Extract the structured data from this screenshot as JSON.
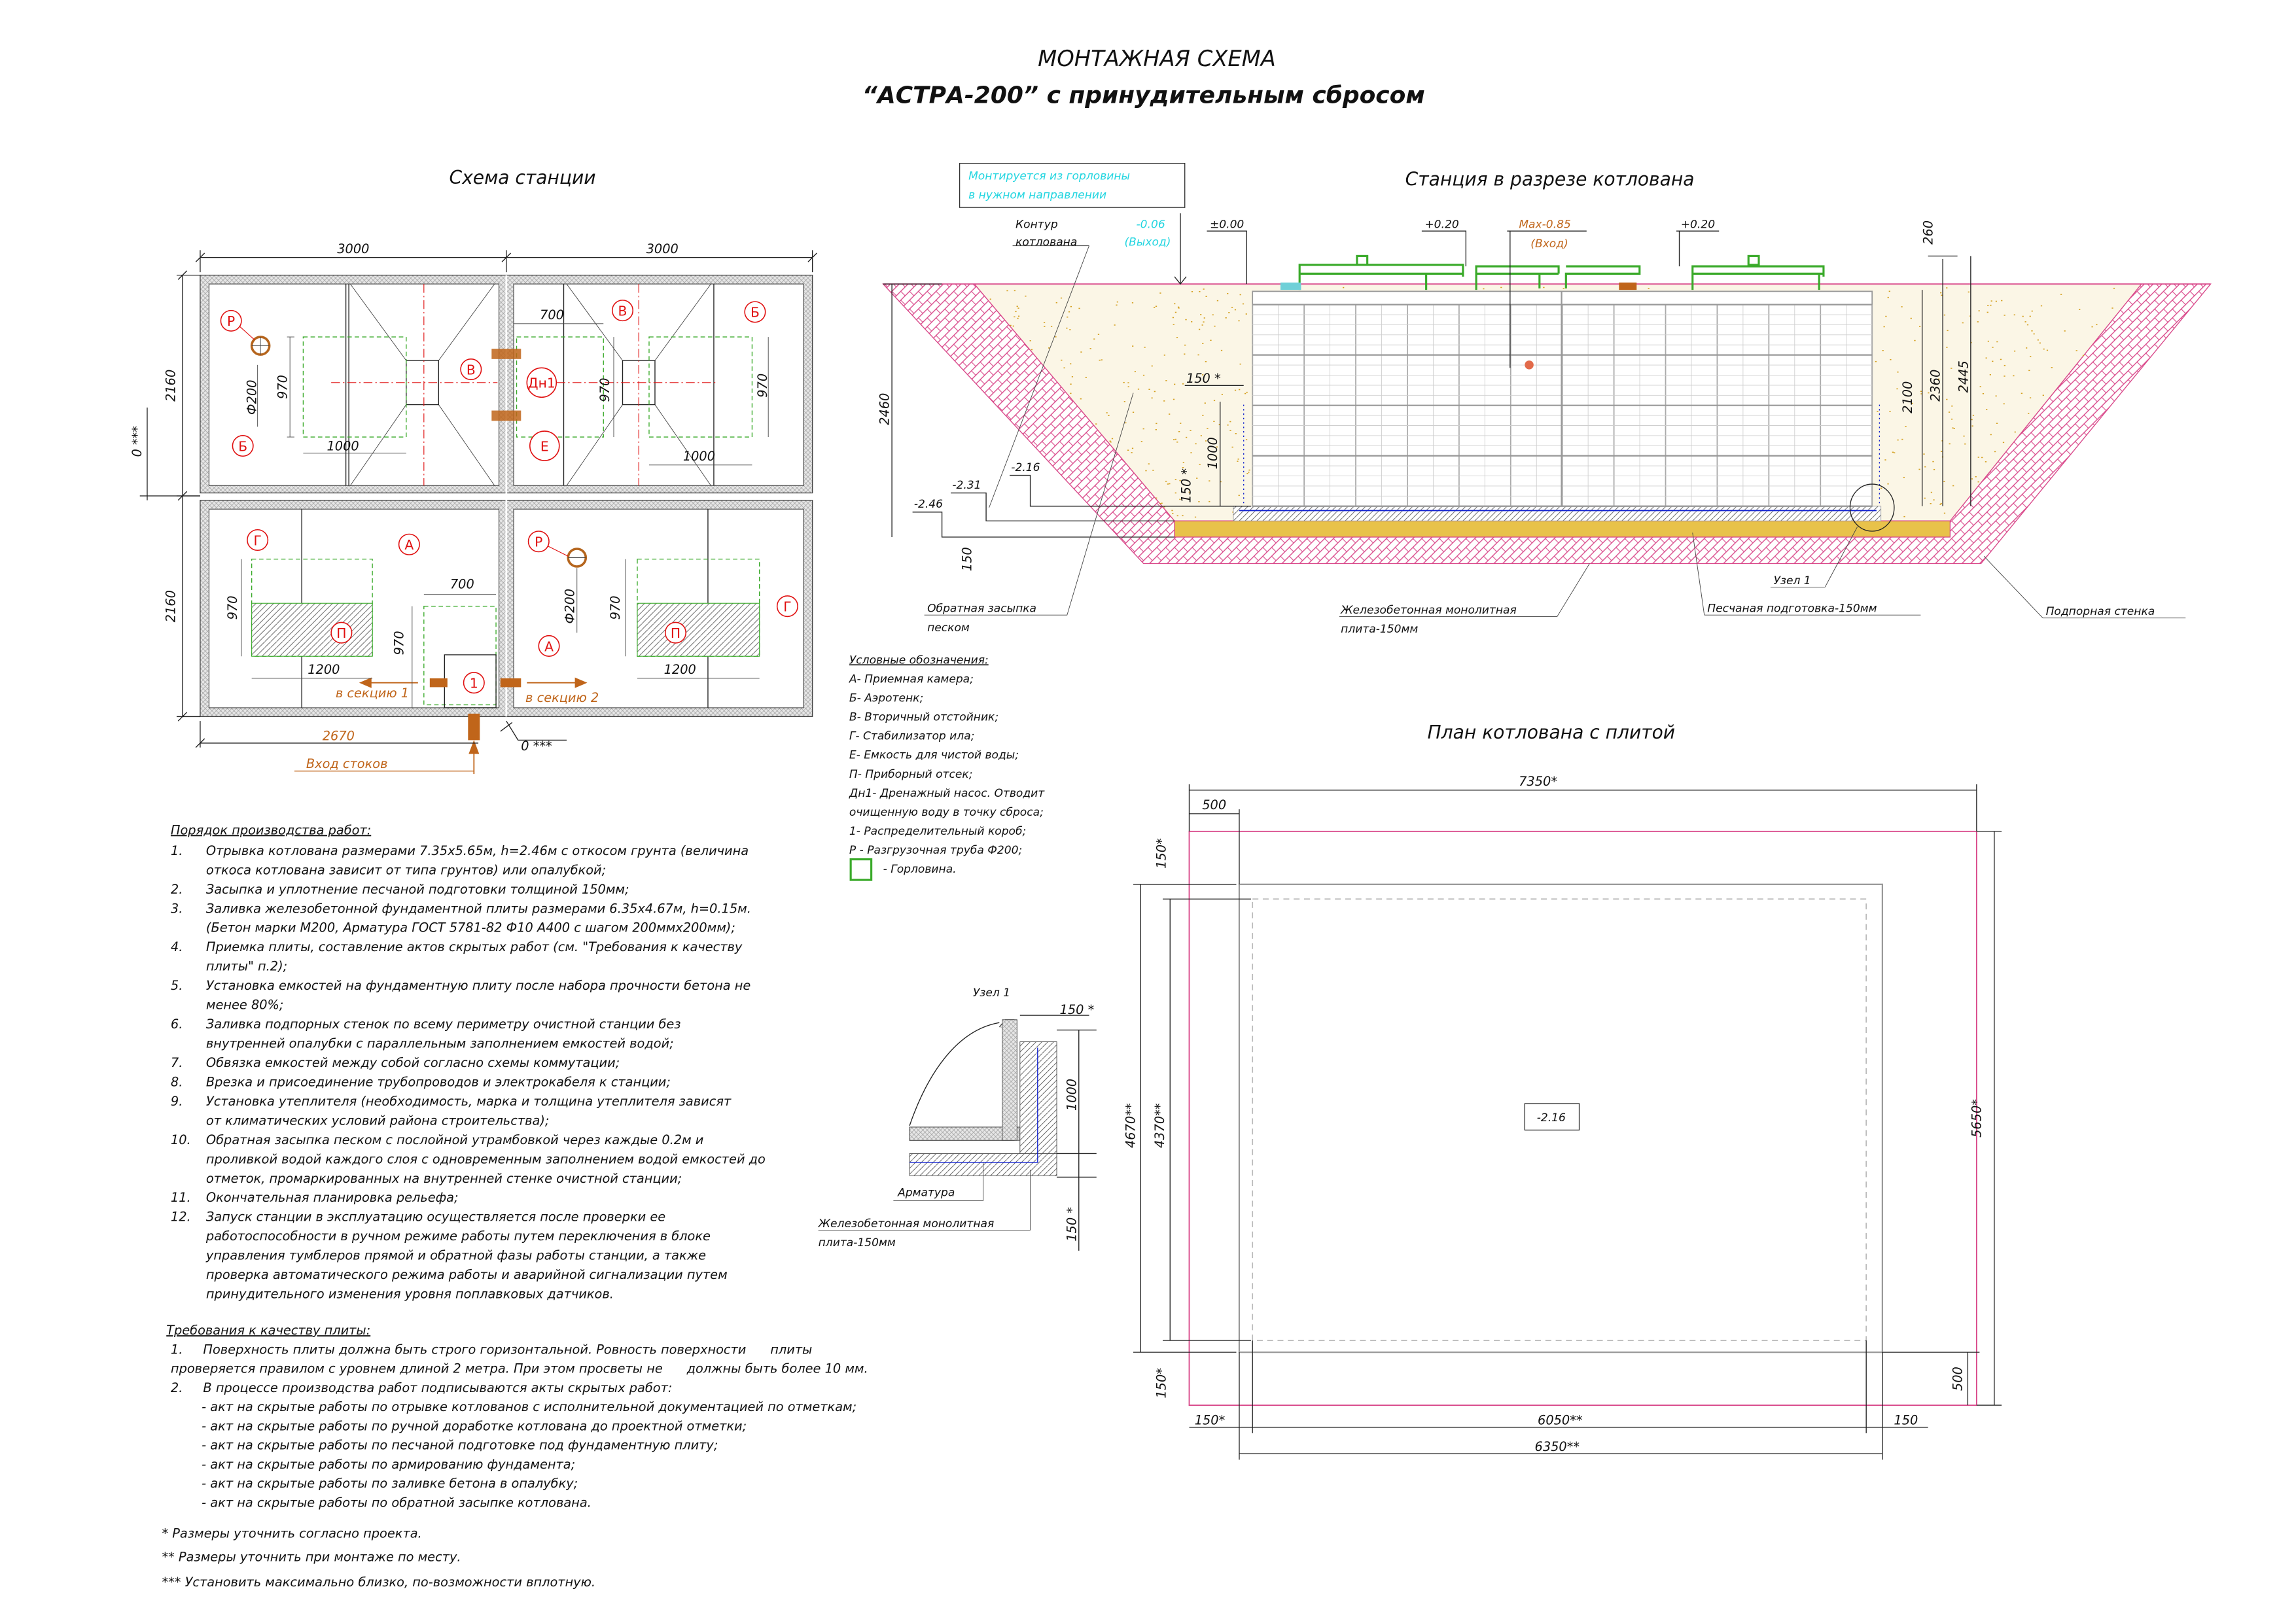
{
  "title": {
    "line1": "МОНТАЖНАЯ СХЕМА",
    "line2": "“АСТРА-200” с принудительным сбросом"
  },
  "station_scheme": {
    "title": "Схема станции",
    "dims": {
      "w1": "3000",
      "w2": "3000",
      "h1": "2160",
      "h2": "2160",
      "zero_left": "0 ***",
      "zero_bottom": "0 ***",
      "inlet_offset": "2670",
      "d700_top": "700",
      "d700_bottom": "700",
      "d970_a": "970",
      "d970_b": "970",
      "d970_c": "970",
      "d970_d": "970",
      "d970_e": "970",
      "d970_f": "970",
      "d1000_a": "1000",
      "d1000_b": "1000",
      "d1200_a": "1200",
      "d1200_b": "1200",
      "phi_a": "Ф200",
      "phi_b": "Ф200"
    },
    "markers": {
      "p1": "Р",
      "b1": "Б",
      "v1": "В",
      "dn1": "Дн1",
      "e": "Е",
      "v2": "В",
      "b2": "Б",
      "g1": "Г",
      "a1": "А",
      "pi1": "П",
      "one": "1",
      "p2": "Р",
      "a2": "А",
      "pi2": "П",
      "g2": "Г"
    },
    "to_section_1": "в секцию 1",
    "to_section_2": "в секцию 2",
    "inlet": "Вход стоков"
  },
  "section": {
    "title": "Станция в разрезе котлована",
    "note": [
      "Монтируется из горловины",
      "в нужном направлении"
    ],
    "contour": [
      "Контур",
      "котлована"
    ],
    "outlet_level": "-0.06",
    "outlet_label": "(Выход)",
    "lvl_000": "±0.00",
    "lvl_020_a": "+0.20",
    "lvl_020_b": "+0.20",
    "inlet_level": "Max-0.85",
    "inlet_label": "(Вход)",
    "d260": "260",
    "d2460": "2460",
    "d2100": "2100",
    "d2360": "2360",
    "d2445": "2445",
    "d150a": "150 *",
    "d1000": "1000",
    "d150b": "150 *",
    "d150c": "150",
    "lvl_216": "-2.16",
    "lvl_231": "-2.31",
    "lvl_246": "-2.46",
    "backfill": [
      "Обратная засыпка",
      "песком"
    ],
    "slab": [
      "Железобетонная монолитная",
      "плита-150мм"
    ],
    "node": "Узел 1",
    "sand": "Песчаная подготовка-150мм",
    "retaining": "Подпорная стенка"
  },
  "legend": {
    "title": "Условные обозначения:",
    "items": [
      "А- Приемная камера;",
      "Б- Аэротенк;",
      "В- Вторичный отстойник;",
      "Г- Стабилизатор ила;",
      "Е- Емкость для чистой воды;",
      "П- Приборный отсек;",
      "Дн1- Дренажный насос. Отводит",
      "очищенную воду в точку сброса;",
      "1- Распределительный короб;",
      "Р - Разгрузочная труба Ф200;"
    ],
    "neck": "- Горловина.",
    "neck_color": "#3aaa2a"
  },
  "node1": {
    "title": "Узел 1",
    "d150_top": "150 *",
    "d1000": "1000",
    "d150_bottom": "150 *",
    "rebar": "Арматура",
    "slab": [
      "Железобетонная монолитная",
      "плита-150мм"
    ]
  },
  "plan": {
    "title": "План котлована с плитой",
    "d7350": "7350*",
    "d500_top": "500",
    "d150_lt": "150*",
    "d4670": "4670**",
    "d4370": "4370**",
    "d150_lb": "150*",
    "d5650": "5650*",
    "d500_right": "500",
    "d150_bl": "150*",
    "d6050": "6050**",
    "d150_br": "150",
    "d6350": "6350**",
    "level": "-2.16"
  },
  "procedure": {
    "title": "Порядок производства работ:",
    "items": [
      {
        "num": "1.",
        "lines": [
          "Отрывка котлована размерами 7.35х5.65м, h=2.46м с откосом грунта (величина",
          "откоса котлована зависит от типа грунтов) или опалубкой;"
        ]
      },
      {
        "num": "2.",
        "lines": [
          "Засыпка и уплотнение песчаной подготовки толщиной 150мм;"
        ]
      },
      {
        "num": "3.",
        "lines": [
          "Заливка железобетонной фундаментной плиты размерами 6.35х4.67м, h=0.15м.",
          "(Бетон марки М200, Арматура ГОСТ 5781-82 Ф10 А400 с шагом 200ммх200мм);"
        ]
      },
      {
        "num": "4.",
        "lines": [
          "Приемка плиты, составление актов скрытых работ (см. \"Требования к качеству",
          "плиты\" п.2);"
        ]
      },
      {
        "num": "5.",
        "lines": [
          "Установка емкостей на фундаментную плиту после набора прочности бетона не",
          "менее 80%;"
        ]
      },
      {
        "num": "6.",
        "lines": [
          "Заливка подпорных стенок по всему периметру очистной станции без",
          "внутренней опалубки с параллельным заполнением емкостей водой;"
        ]
      },
      {
        "num": "7.",
        "lines": [
          "Обвязка емкостей между собой согласно схемы коммутации;"
        ]
      },
      {
        "num": "8.",
        "lines": [
          "Врезка и присоединение трубопроводов и электрокабеля к станции;"
        ]
      },
      {
        "num": "9.",
        "lines": [
          "Установка утеплителя (необходимость, марка и толщина утеплителя зависят",
          "от климатических условий района строительства);"
        ]
      },
      {
        "num": "10.",
        "lines": [
          "Обратная засыпка песком с послойной утрамбовкой через каждые 0.2м и",
          "проливкой водой каждого слоя с одновременным заполнением водой емкостей до",
          "отметок, промаркированных на внутренней стенке очистной станции;"
        ]
      },
      {
        "num": "11.",
        "lines": [
          "Окончательная планировка рельефа;"
        ]
      },
      {
        "num": "12.",
        "lines": [
          "Запуск станции в эксплуатацию осуществляется после проверки ее",
          "работоспособности в ручном режиме работы путем переключения в блоке",
          "управления тумблеров прямой и обратной фазы работы станции, а также",
          "проверка автоматического режима работы и аварийной сигнализации путем",
          "принудительного изменения уровня поплавковых датчиков."
        ]
      }
    ]
  },
  "quality": {
    "title": "Требования к качеству плиты:",
    "p1_num": "1.",
    "p1_line1": "Поверхность плиты должна быть строго горизонтальной. Ровность поверхности      плиты",
    "p1_line2": "проверяется правилом с уровнем длиной 2 метра. При этом просветы не      должны быть более 10 мм.",
    "p2_num": "2.",
    "p2_line1": "В процессе производства работ подписываются акты скрытых работ:",
    "bullets": [
      "- акт на скрытые работы по отрывке котлованов с исполнительной документацией по отметкам;",
      "- акт на скрытые работы по ручной доработке котлована до проектной отметки;",
      "- акт на скрытые работы по песчаной подготовке под фундаментную плиту;",
      "- акт на скрытые работы по армированию фундамента;",
      "- акт на скрытые работы по заливке бетона в опалубку;",
      "- акт на скрытые работы по обратной засыпке котлована."
    ]
  },
  "footnotes": [
    "* Размеры уточнить согласно проекта.",
    "** Размеры уточнить при монтаже по месту.",
    "*** Установить максимально близко, по-возможности вплотную."
  ],
  "colors": {
    "excavation": "#d9488a",
    "sand": "#e8c24a",
    "neck": "#3aaa2a",
    "marker": "#e01010",
    "pipe": "#c0651a",
    "note": "#22d5e0",
    "rebar": "#1020d0"
  }
}
